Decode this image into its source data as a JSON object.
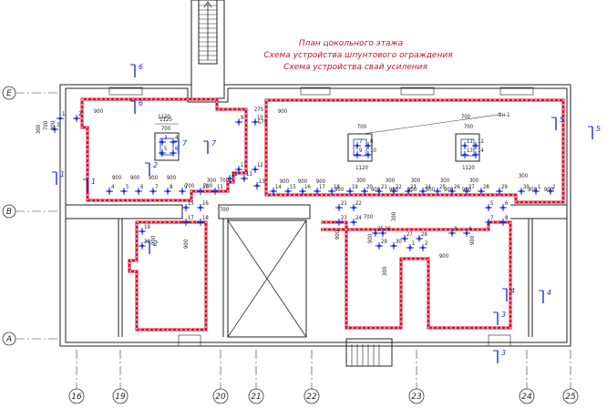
{
  "titles": [
    "План цокольного этажа",
    "Схема устройства шпунтового ограждения",
    "Схема устройства свай усиления"
  ],
  "grid_axes": {
    "rows": [
      "Е",
      "В",
      "А"
    ],
    "columns": [
      "16",
      "19",
      "20",
      "21",
      "22",
      "23",
      "24",
      "25"
    ]
  },
  "section_marks": [
    "6",
    "6",
    "7",
    "7",
    "1",
    "1",
    "2",
    "2",
    "3",
    "3",
    "4",
    "4",
    "5",
    "5"
  ],
  "pile_mark_label": "Фн-1",
  "dimensions": {
    "left_room_top": "900",
    "left_vertical": [
      "300",
      "700",
      "900",
      "300"
    ],
    "pile_cap_top": "700",
    "pile_cap_bottom": "1120",
    "pile_cap_side": "1120",
    "pile_cap_inner": "700",
    "row_900": "900",
    "row_300": "300",
    "row_700": "700",
    "pile_top_left": "275",
    "pile_top_left2": "575",
    "mid_900": "900",
    "bottom_900": "900"
  },
  "pile_numbers": [
    "1",
    "2",
    "3",
    "4",
    "5",
    "6",
    "7",
    "8",
    "9",
    "10",
    "11",
    "12",
    "13",
    "14",
    "15",
    "16",
    "17",
    "18",
    "19",
    "20",
    "21",
    "22",
    "23",
    "24",
    "25",
    "26",
    "27",
    "28",
    "29",
    "30"
  ]
}
